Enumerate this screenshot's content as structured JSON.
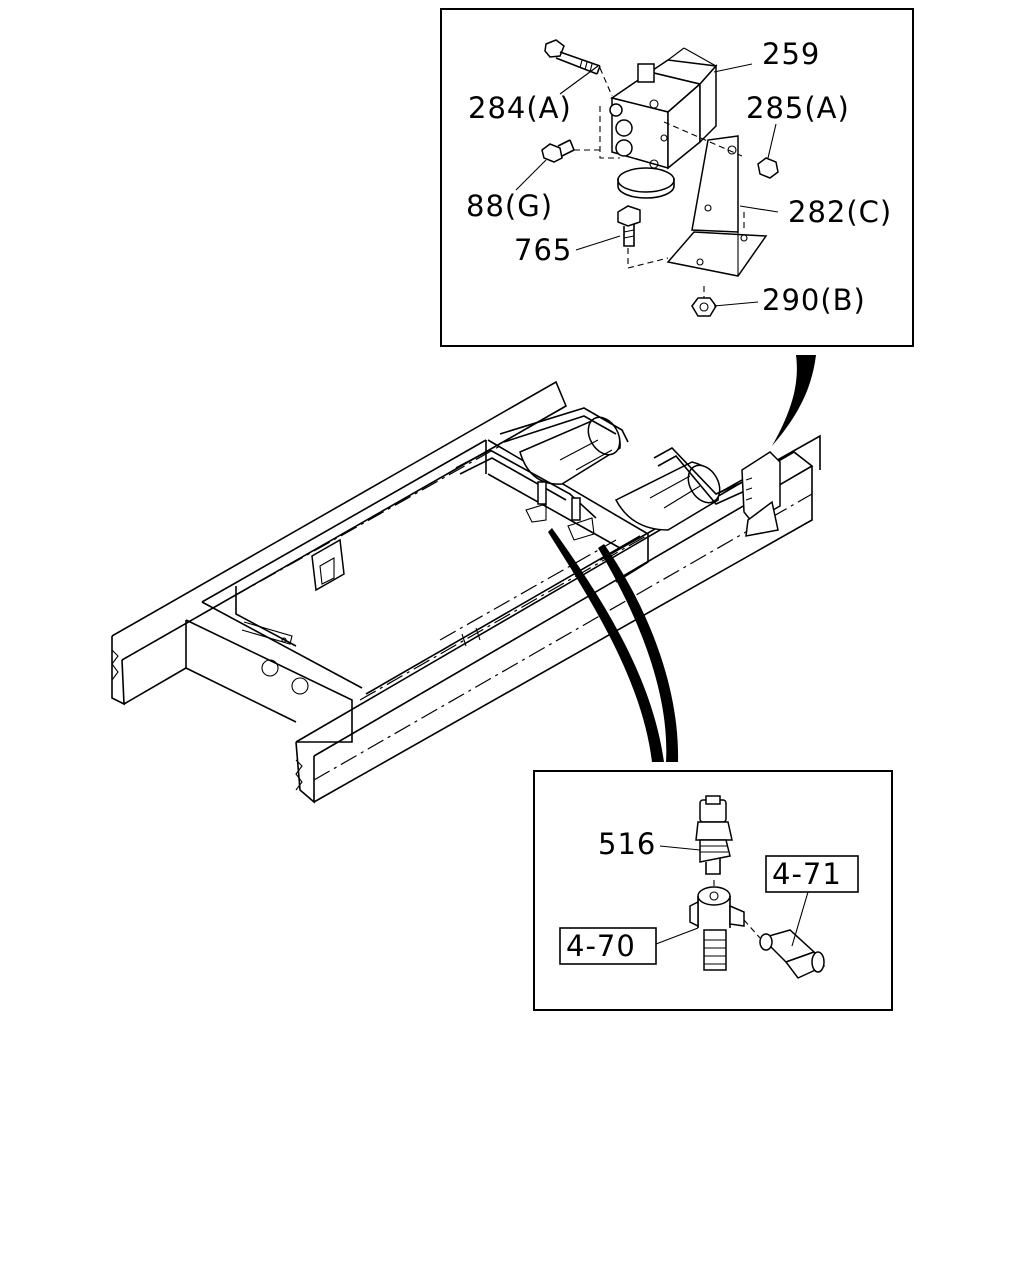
{
  "diagram": {
    "top_inset": {
      "labels": {
        "p259": "259",
        "p284a": "284(A)",
        "p285a": "285(A)",
        "p88g": "88(G)",
        "p282c": "282(C)",
        "p765": "765",
        "p290b": "290(B)"
      }
    },
    "bottom_inset": {
      "labels": {
        "p516": "516",
        "ref471": "4-71",
        "ref470": "4-70"
      }
    }
  }
}
